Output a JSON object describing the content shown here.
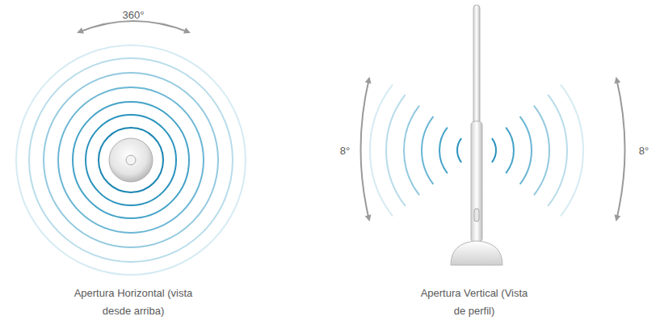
{
  "diagram": {
    "labels": [
      "360°",
      "8°",
      "8°",
      "Apertura Horizontal (vista desde arriba)",
      "Apertura Vertical (Vista de perfil)"
    ]
  }
}
